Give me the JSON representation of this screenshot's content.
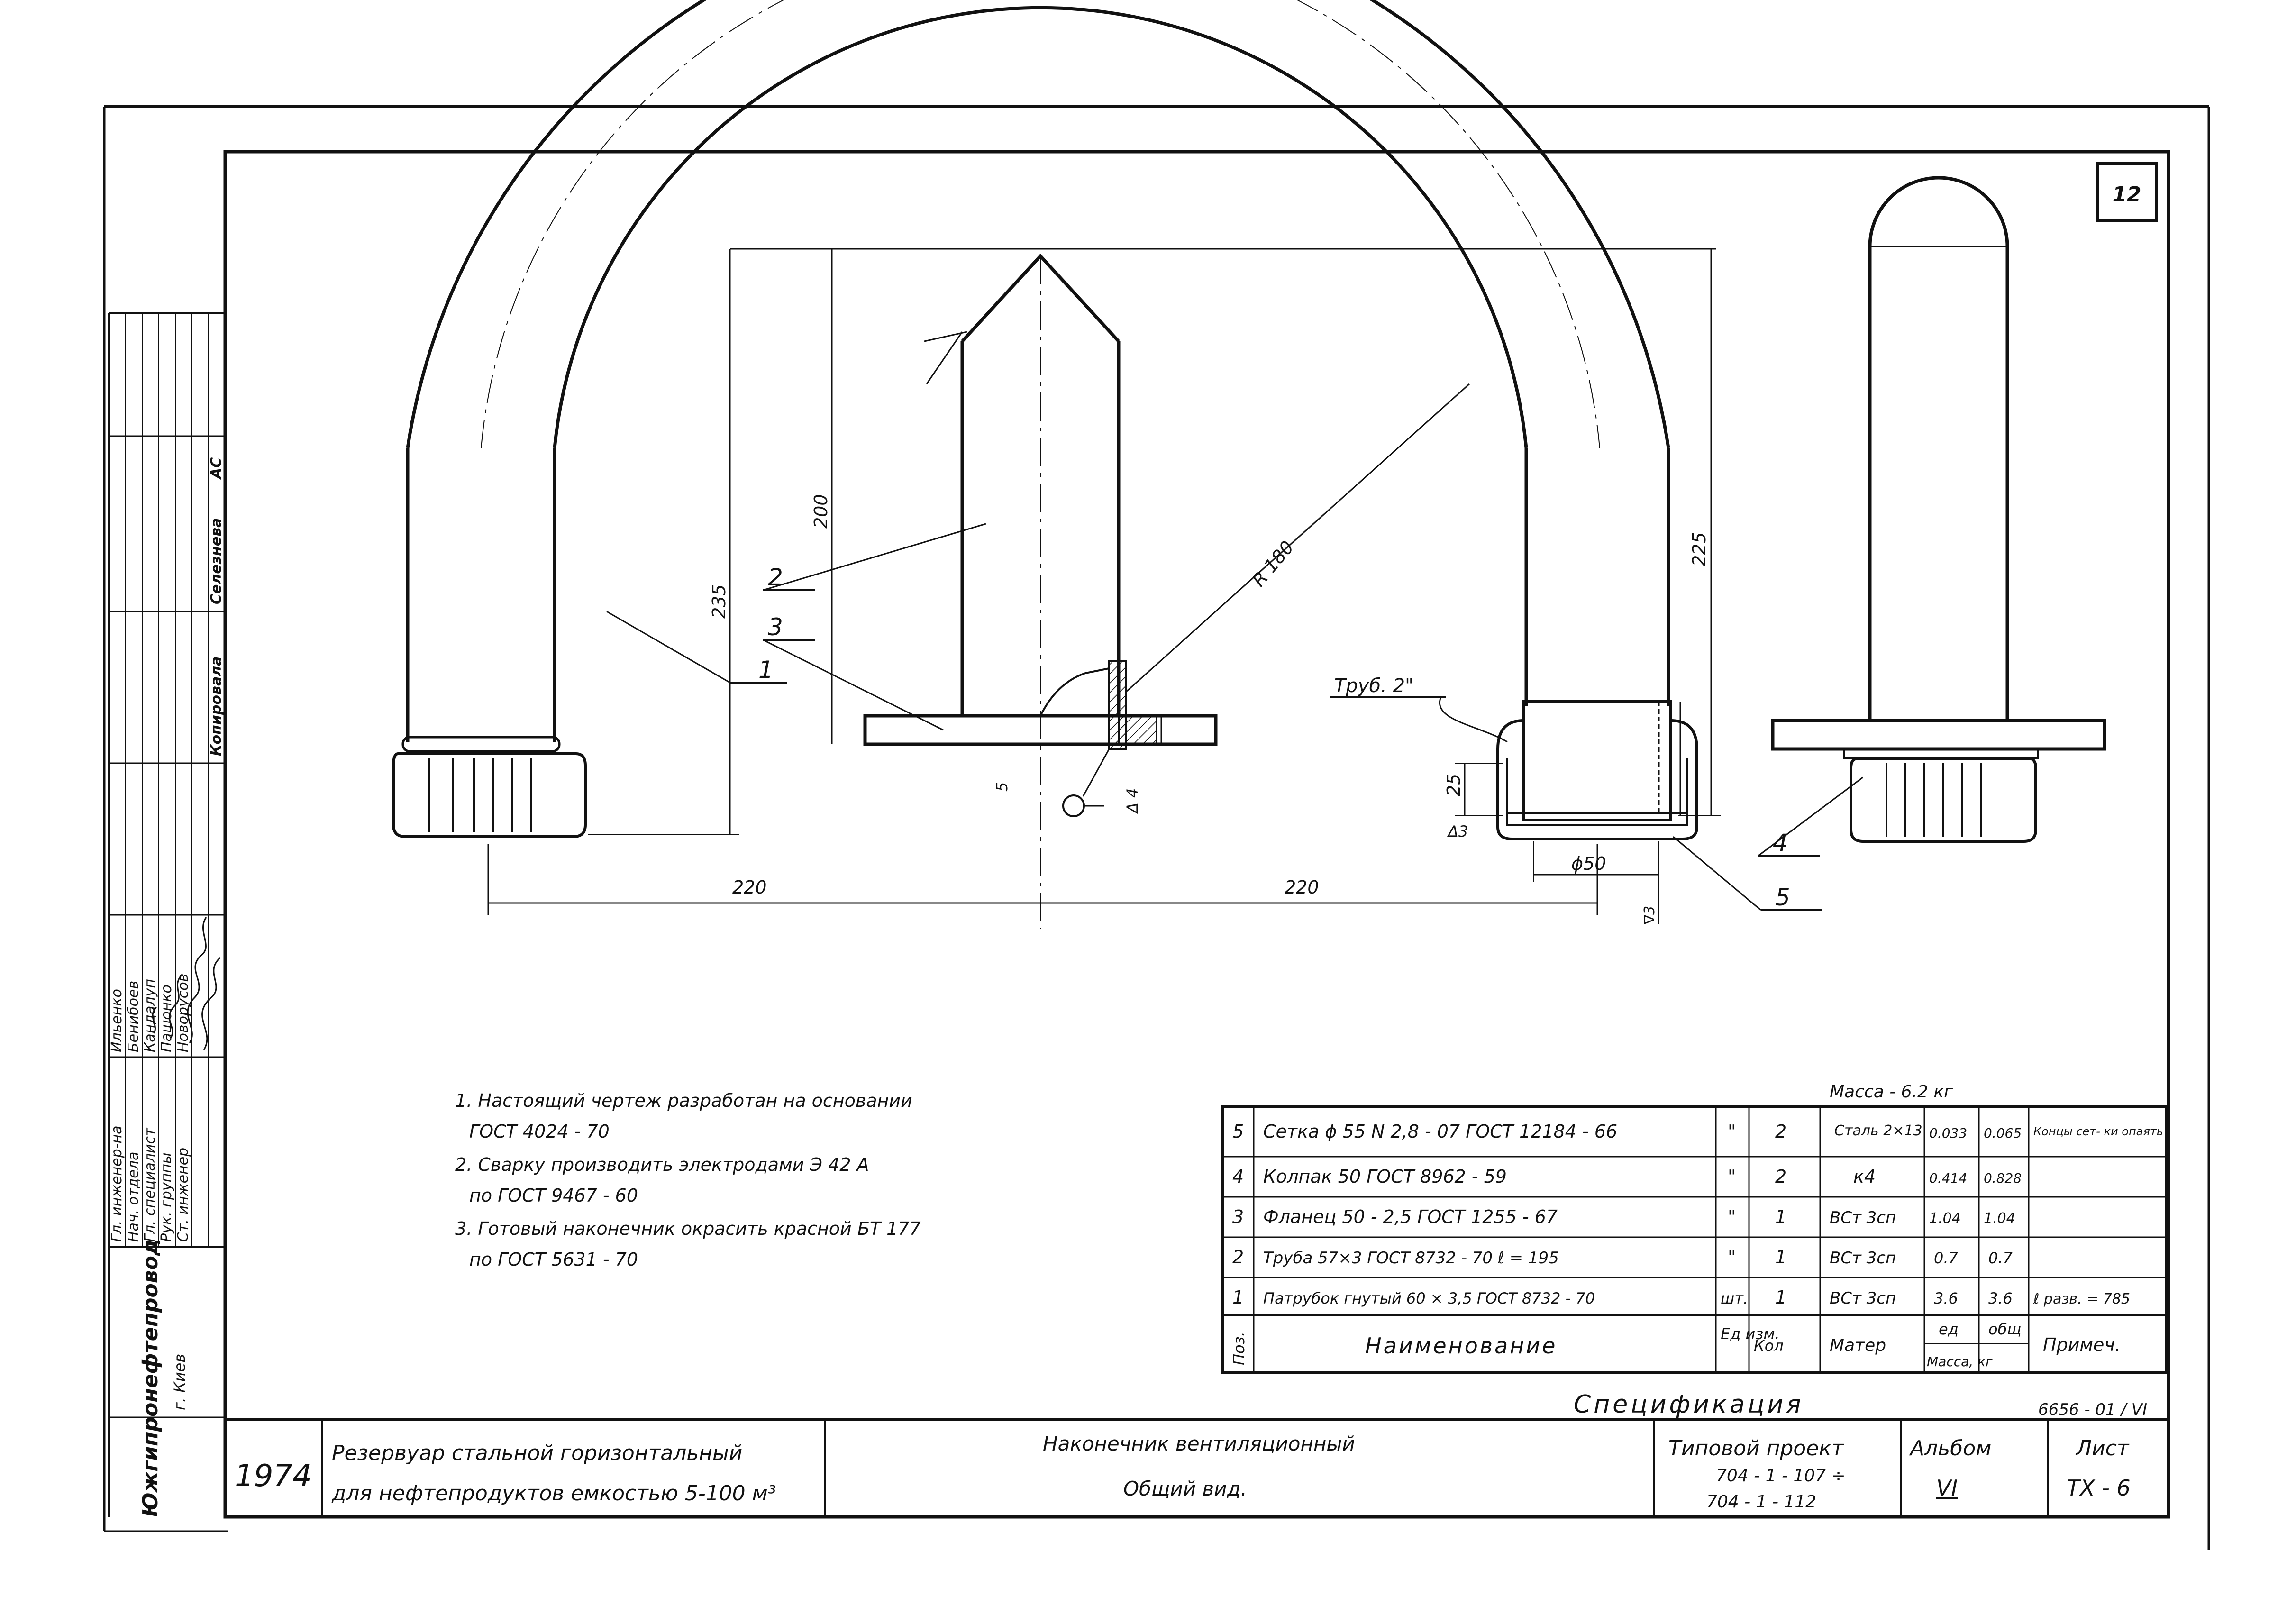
{
  "sheet_number": "12",
  "dimensions": {
    "d200": "200",
    "d235": "235",
    "d225": "225",
    "r180": "R 180",
    "d220_left": "220",
    "d220_right": "220",
    "d25": "25",
    "d3": "Δ3",
    "d5": "5",
    "d50": "ϕ50",
    "weld4": "Δ 4",
    "grad3": "∇3"
  },
  "callouts": {
    "c1": "1",
    "c2": "2",
    "c3": "3",
    "c4": "4",
    "c5": "5",
    "pipe_note": "Труб. 2\""
  },
  "notes": [
    "1. Настоящий   чертеж  разработан  на основании",
    "ГОСТ  4024 - 70",
    "2. Сварку  производить  электродами  Э 42 А",
    "по  ГОСТ  9467 - 60",
    "3. Готовый  наконечник  окрасить  красной  БТ  177",
    "по  ГОСТ  5631 - 70"
  ],
  "mass_label": "Масса - 6.2 кг",
  "spec": {
    "title": "Спецификация",
    "header": {
      "pos": "Поз.",
      "name": "Наименование",
      "unit": "Ед изм.",
      "qty": "Кол",
      "mat": "Матер",
      "mass_unit": "ед",
      "mass_total": "общ",
      "mass_label": "Масса, кг",
      "note": "Примеч."
    },
    "rows": [
      {
        "pos": "5",
        "name": "Сетка  ϕ 55  N 2,8 - 07  ГОСТ  12184 - 66",
        "unit": "\"",
        "qty": "2",
        "mat": "Сталь 2×13",
        "mu": "0.033",
        "mt": "0.065",
        "note": "Концы сет- ки опаять"
      },
      {
        "pos": "4",
        "name": "Колпак 50   ГОСТ  8962 - 59",
        "unit": "\"",
        "qty": "2",
        "mat": "к4",
        "mu": "0.414",
        "mt": "0.828",
        "note": ""
      },
      {
        "pos": "3",
        "name": "Фланец 50 - 2,5   ГОСТ  1255 - 67",
        "unit": "\"",
        "qty": "1",
        "mat": "ВСт 3сп",
        "mu": "1.04",
        "mt": "1.04",
        "note": ""
      },
      {
        "pos": "2",
        "name": "Труба 57×3  ГОСТ  8732 - 70   ℓ = 195",
        "unit": "\"",
        "qty": "1",
        "mat": "ВСт 3сп",
        "mu": "0.7",
        "mt": "0.7",
        "note": ""
      },
      {
        "pos": "1",
        "name": "Патрубок  гнутый  60 × 3,5  ГОСТ 8732 - 70",
        "unit": "шт.",
        "qty": "1",
        "mat": "ВСт 3сп",
        "mu": "3.6",
        "mt": "3.6",
        "note": "ℓ разв. = 785"
      }
    ]
  },
  "album_code": "6656 - 01 / VI",
  "title_block": {
    "year": "1974",
    "object_line1": "Резервуар  стальной  горизонтальный",
    "object_line2": "для  нефтепродуктов  емкостью  5-100 м³",
    "drawing_line1": "Наконечник  вентиляционный",
    "drawing_line2": "Общий  вид.",
    "project_label": "Типовой  проект",
    "project_code1": "704 - 1 - 107 ÷",
    "project_code2": "704 - 1 - 112",
    "album_label": "Альбом",
    "album_value": "VI",
    "sheet_label": "Лист",
    "sheet_value": "ТХ - 6",
    "organization": "Южгипронефтепровод",
    "city": "г. Киев"
  },
  "stamp_roles": [
    "Гл. инженер-на",
    "Нач. отдела",
    "Гл. специалист",
    "Рук. группы",
    "Ст. инженер"
  ],
  "stamp_names": [
    "Ильенко",
    "Бенибоев",
    "Кандалуп",
    "Пашонко",
    "Новорусов"
  ],
  "side_stamp": [
    "Копировала",
    "Селезнева",
    "АС"
  ]
}
